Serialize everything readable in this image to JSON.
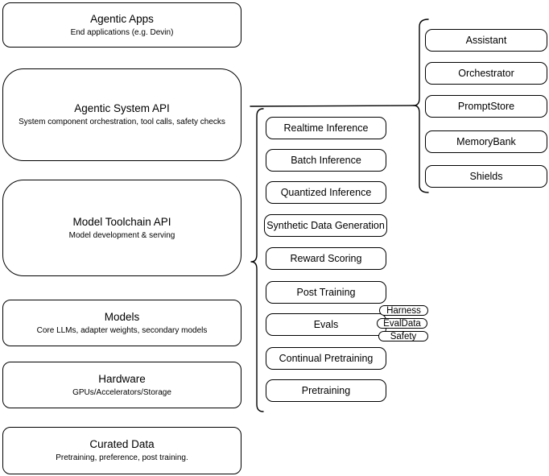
{
  "diagram": {
    "colors": {
      "stroke": "#000000",
      "background": "#ffffff",
      "text": "#000000"
    },
    "left_stack": [
      {
        "title": "Agentic Apps",
        "subtitle": "End applications (e.g. Devin)"
      },
      {
        "title": "Agentic System API",
        "subtitle": "System component orchestration, tool calls, safety checks"
      },
      {
        "title": "Model Toolchain API",
        "subtitle": "Model development & serving"
      },
      {
        "title": "Models",
        "subtitle": "Core LLMs, adapter weights, secondary models"
      },
      {
        "title": "Hardware",
        "subtitle": "GPUs/Accelerators/Storage"
      },
      {
        "title": "Curated Data",
        "subtitle": "Pretraining, preference, post training."
      }
    ],
    "toolchain_components": [
      "Realtime Inference",
      "Batch Inference",
      "Quantized Inference",
      "Synthetic Data Generation",
      "Reward Scoring",
      "Post Training",
      "Evals",
      "Continual Pretraining",
      "Pretraining"
    ],
    "eval_tags": [
      "Harness",
      "EvalData",
      "Safety"
    ],
    "system_components": [
      "Assistant",
      "Orchestrator",
      "PromptStore",
      "MemoryBank",
      "Shields"
    ]
  }
}
